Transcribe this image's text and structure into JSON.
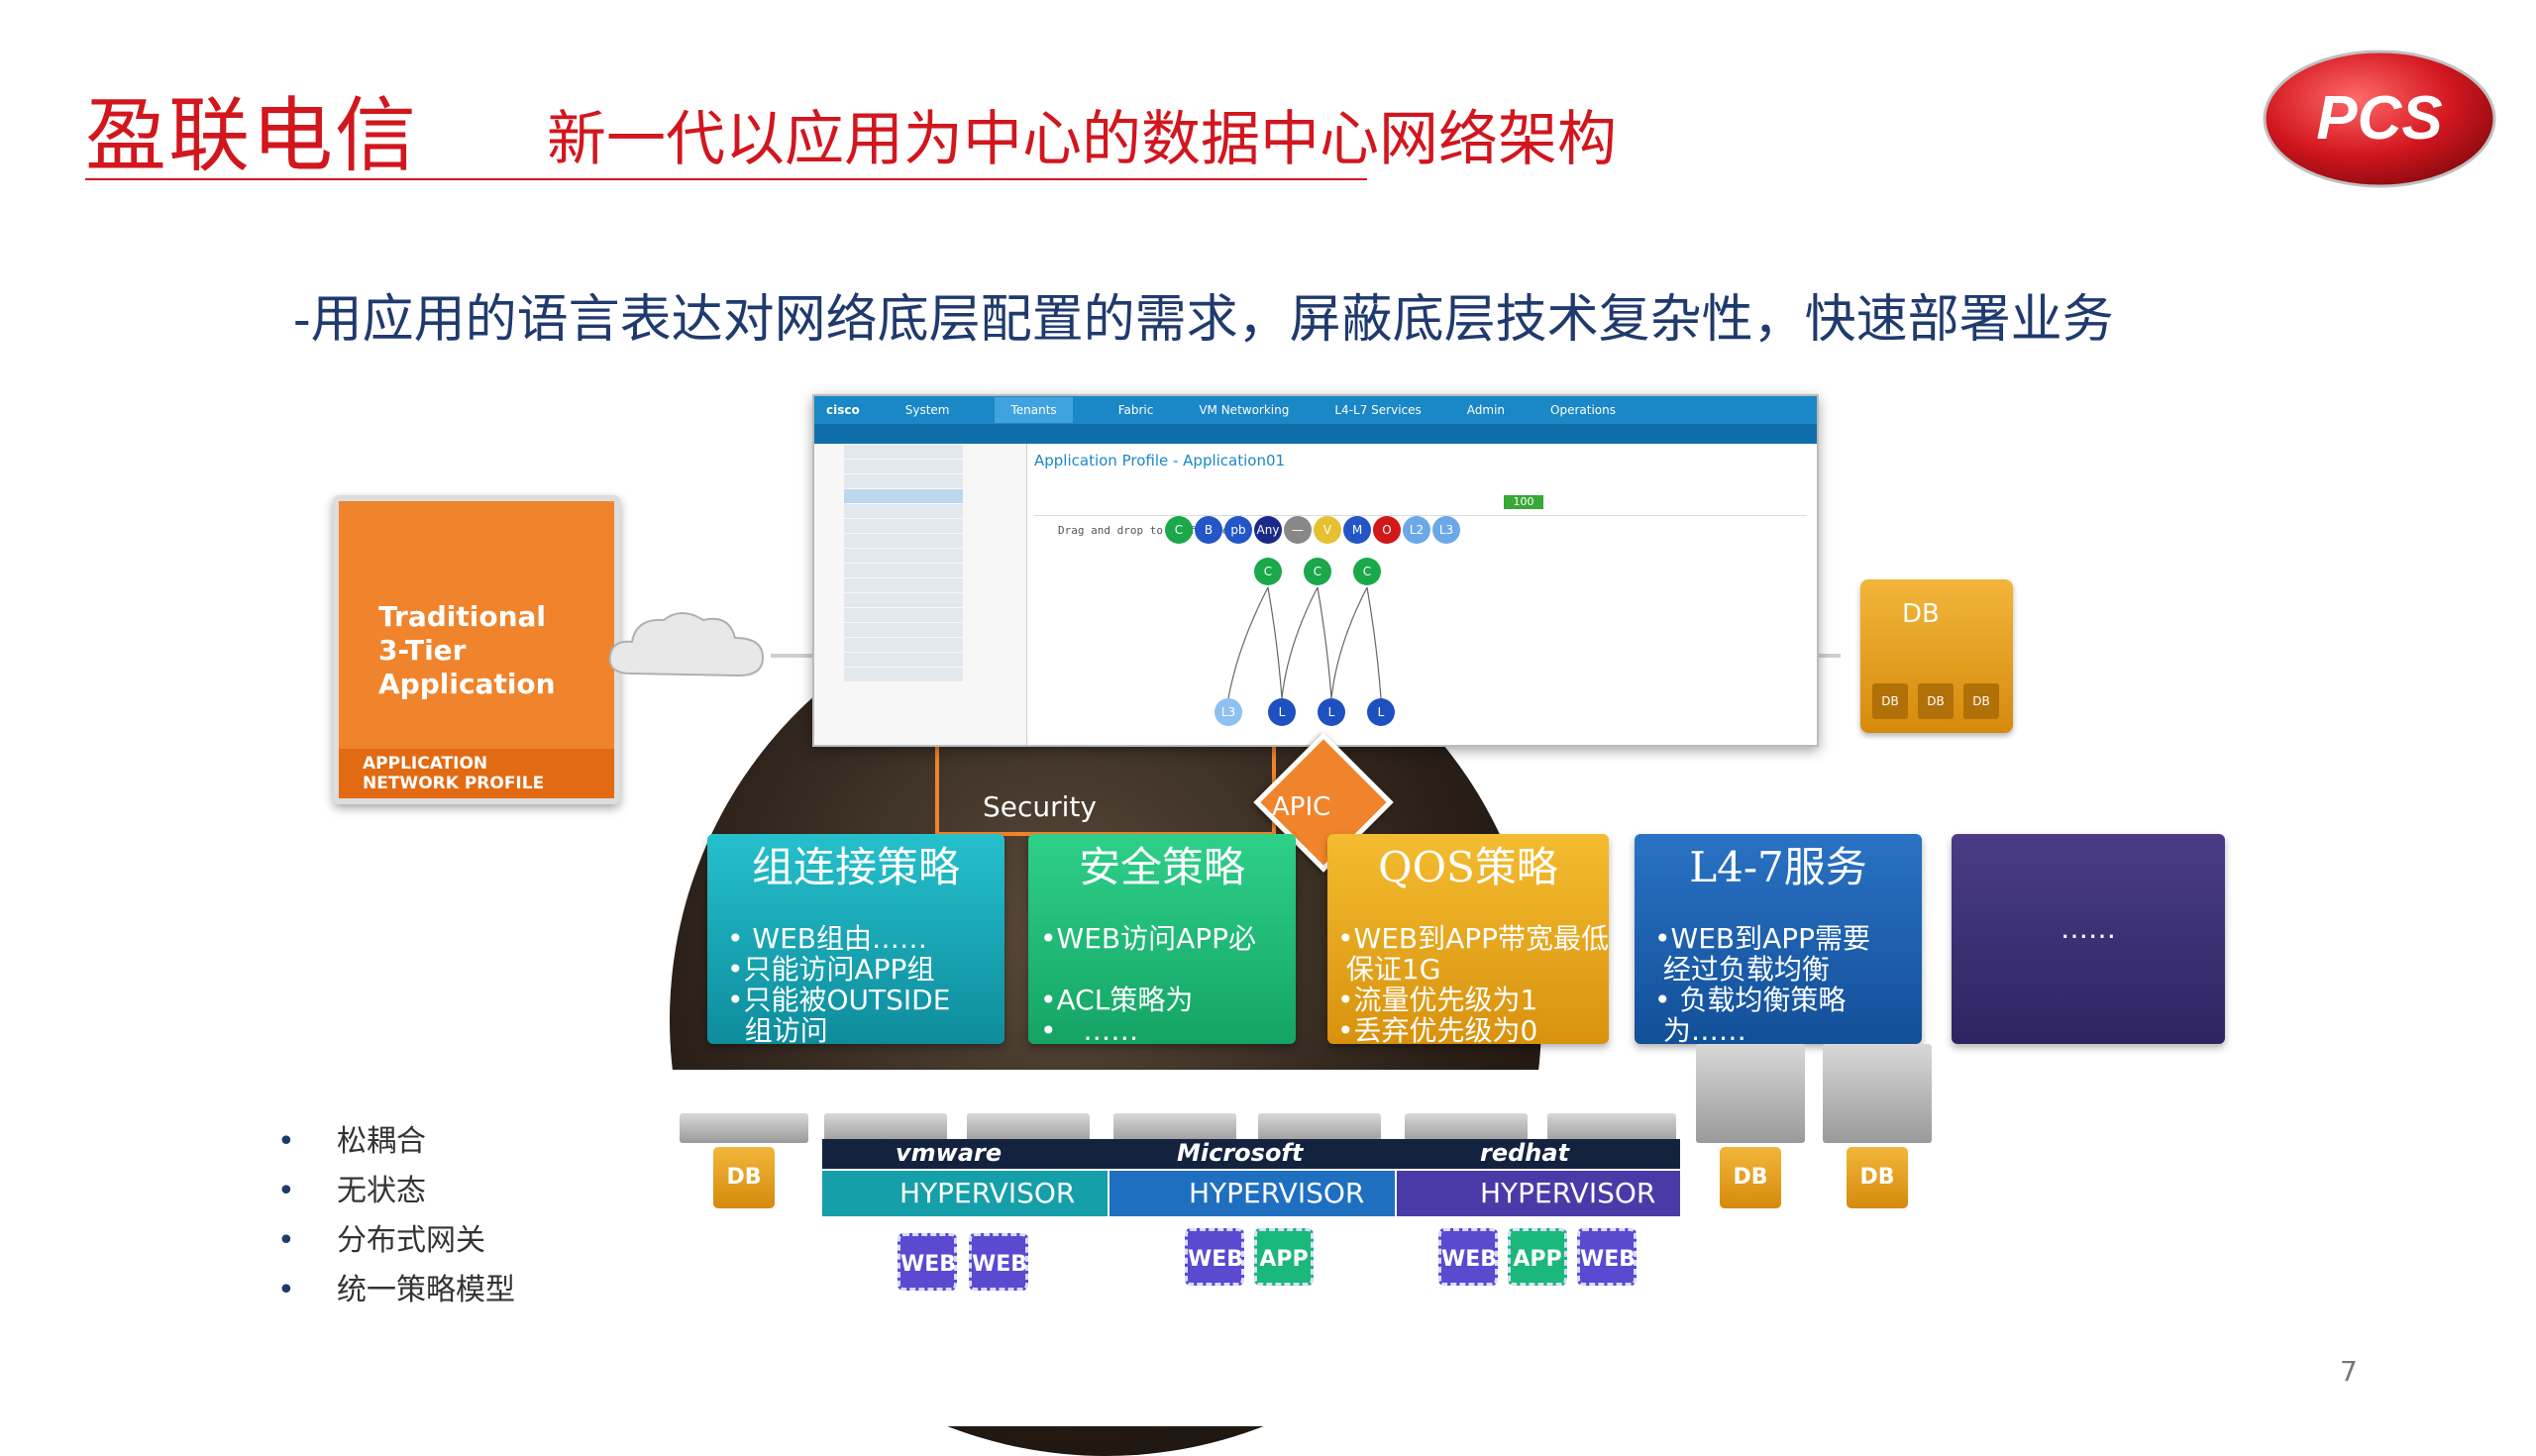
{
  "header": {
    "brand": "盈联电信",
    "title": "新一代以应用为中心的数据中心网络架构",
    "logo_text": "PCS"
  },
  "subtitle": "-用应用的语言表达对网络底层配置的需求，屏蔽底层技术复杂性，快速部署业务",
  "page_number": "7",
  "bullets": [
    "松耦合",
    "无状态",
    "分布式网关",
    "统一策略模型"
  ],
  "bullet_symbol": "•",
  "diagram": {
    "app_doc": {
      "title_lines": [
        "Traditional",
        "3-Tier",
        "Application"
      ],
      "footer_lines": [
        "APPLICATION",
        "NETWORK PROFILE"
      ]
    },
    "db_label": "DB",
    "security_label": "Security",
    "apic_label": "APIC",
    "apic_ui": {
      "brand": "cisco",
      "tabs": [
        "System",
        "Tenants",
        "Fabric",
        "VM Networking",
        "L4-L7 Services",
        "Admin",
        "Operations"
      ],
      "page_title": "Application Profile - Application01",
      "hint": "Drag and drop to configure",
      "score": "100"
    },
    "cards": [
      {
        "title": "组连接策略",
        "body": "• WEB组由……\n•只能访问APP组\n•只能被OUTSIDE\n  组访问",
        "color": "#17a8b8"
      },
      {
        "title": "安全策略",
        "body": "•WEB访问APP必\n\n•ACL策略为\n•   ……",
        "color": "#1fb87a"
      },
      {
        "title": "QOS策略",
        "body": "•WEB到APP带宽最低\n 保证1G\n•流量优先级为1\n•丢弃优先级为0",
        "color": "#e9a71f"
      },
      {
        "title": "L4-7服务",
        "body": "•WEB到APP需要\n 经过负载均衡\n• 负载均衡策略\n 为……",
        "color": "#1a5fa8"
      },
      {
        "title": "",
        "body": "……",
        "color": "#3b2f6e"
      }
    ],
    "hypervisors": [
      {
        "vendor": "vmware",
        "label": "HYPERVISOR",
        "color": "#159fa8"
      },
      {
        "vendor": "Microsoft",
        "label": "HYPERVISOR",
        "color": "#1e6fbf"
      },
      {
        "vendor": "redhat",
        "label": "HYPERVISOR",
        "color": "#4a3aa8"
      }
    ],
    "vm_groups": [
      [
        "WEB",
        "WEB"
      ],
      [
        "WEB",
        "APP"
      ],
      [
        "WEB",
        "APP",
        "WEB"
      ]
    ],
    "db_small": [
      "DB",
      "DB",
      "DB"
    ]
  }
}
